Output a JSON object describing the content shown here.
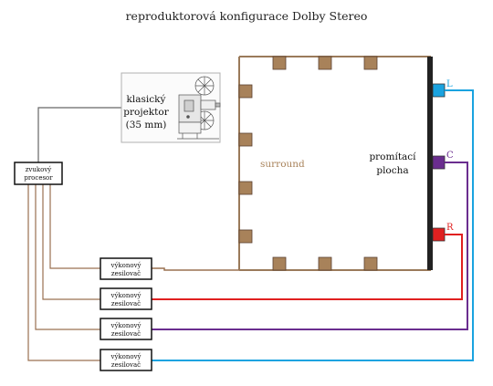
{
  "title": "reproduktorová konfigurace Dolby Stereo",
  "projector": {
    "lines": [
      "klasický",
      "projektor",
      "(35 mm)"
    ]
  },
  "processor": {
    "lines": [
      "zvukový",
      "procesor"
    ]
  },
  "amplifier": {
    "lines": [
      "výkonový",
      "zesilovač"
    ]
  },
  "amplifiers": [
    {
      "id": "surround"
    },
    {
      "id": "R"
    },
    {
      "id": "C"
    },
    {
      "id": "L"
    }
  ],
  "surround_label": "surround",
  "screen": {
    "lines": [
      "promítací",
      "plocha"
    ]
  },
  "channels": [
    {
      "label": "L",
      "color": "#1aa3e0"
    },
    {
      "label": "C",
      "color": "#6a2d8f"
    },
    {
      "label": "R",
      "color": "#e02020"
    }
  ],
  "colors": {
    "surround_speaker": "#a8825a",
    "wall": "#9a7a5a",
    "wire_gray": "#666666",
    "wire_brown": "#9a7050",
    "L": "#1aa3e0",
    "C": "#6a2d8f",
    "R": "#e02020"
  }
}
